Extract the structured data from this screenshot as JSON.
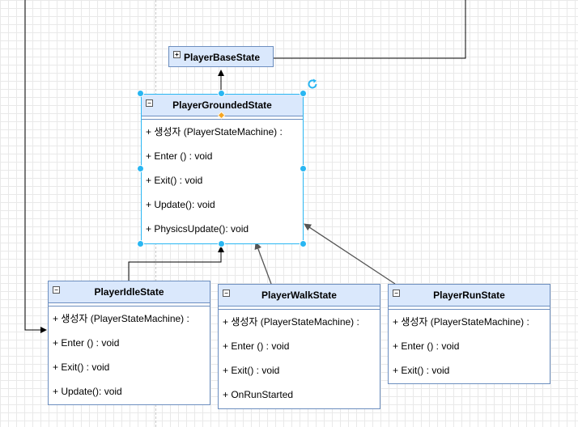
{
  "base_state": {
    "title": "PlayerBaseState",
    "toggle": "+"
  },
  "grounded_state": {
    "title": "PlayerGroundedState",
    "toggle": "−",
    "members": [
      "+ 생성자 (PlayerStateMachine) :",
      "+ Enter () : void",
      "+ Exit() : void",
      "+ Update(): void",
      "+ PhysicsUpdate(): void"
    ]
  },
  "idle_state": {
    "title": "PlayerIdleState",
    "toggle": "−",
    "members": [
      "+ 생성자 (PlayerStateMachine) :",
      "+ Enter () : void",
      "+ Exit() : void",
      "+ Update(): void"
    ]
  },
  "walk_state": {
    "title": "PlayerWalkState",
    "toggle": "−",
    "members": [
      "+ 생성자 (PlayerStateMachine) :",
      "+ Enter () : void",
      "+ Exit() : void",
      "+ OnRunStarted"
    ]
  },
  "run_state": {
    "title": "PlayerRunState",
    "toggle": "−",
    "members": [
      "+ 생성자 (PlayerStateMachine) :",
      "+ Enter () : void",
      "+ Exit() : void"
    ]
  },
  "colors": {
    "header_fill": "#dae8fc",
    "border": "#6c8ebf",
    "selection": "#29b6f2",
    "anchor": "#f5a623",
    "connector": "#000000",
    "inheritance_arrow": "#555555"
  },
  "icons": [
    "rotate-icon",
    "expand-icon",
    "collapse-icon"
  ]
}
